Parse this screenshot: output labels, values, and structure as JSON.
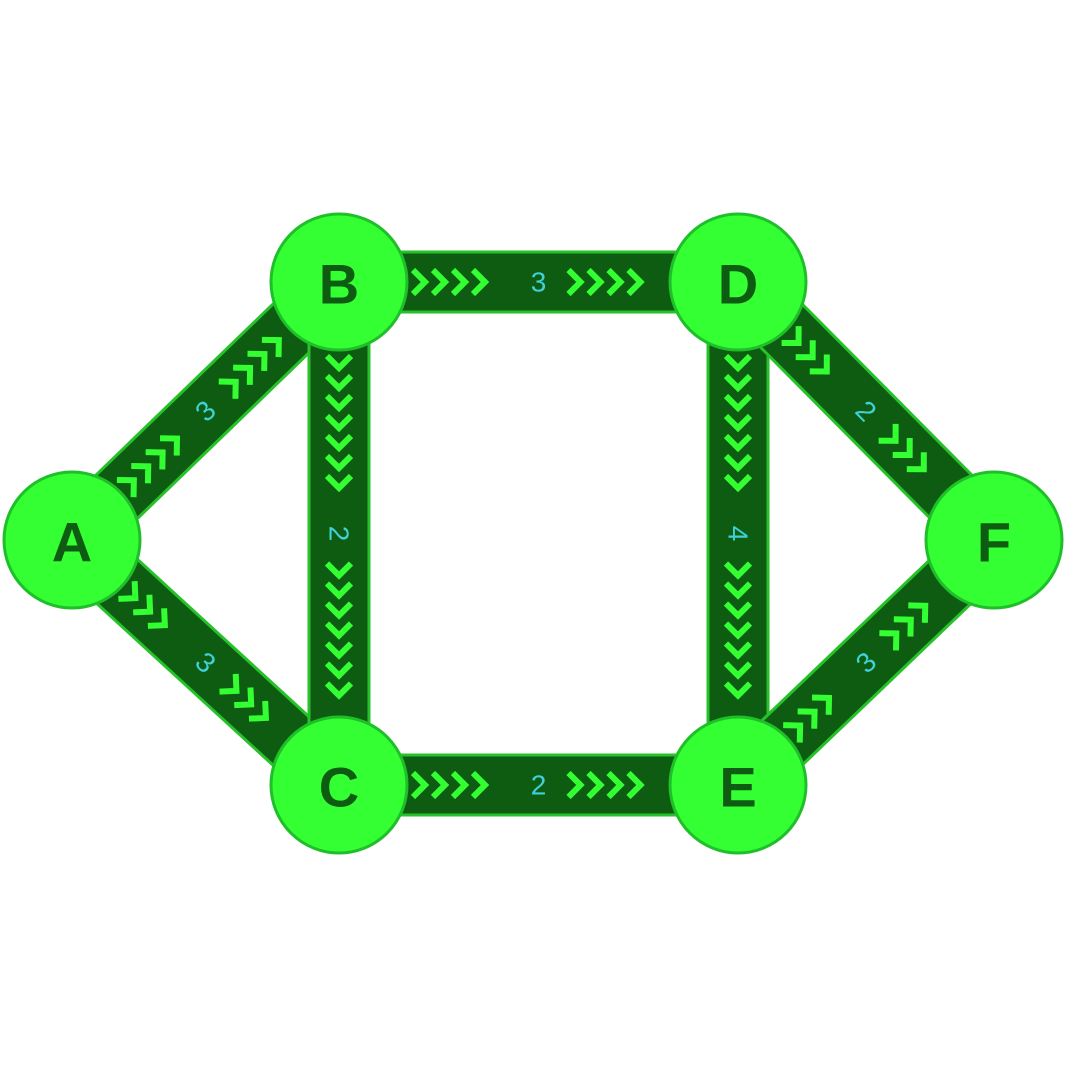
{
  "colors": {
    "node_fill": "#33ff33",
    "node_stroke": "#1fbf2a",
    "node_text": "#0d5c12",
    "edge_fill": "#0d5c12",
    "edge_stroke": "#27c22a",
    "chevron": "#33ff33",
    "weight_text": "#3fd0d8",
    "background": "#ffffff"
  },
  "nodes": [
    {
      "id": "A",
      "label": "A"
    },
    {
      "id": "B",
      "label": "B"
    },
    {
      "id": "C",
      "label": "C"
    },
    {
      "id": "D",
      "label": "D"
    },
    {
      "id": "E",
      "label": "E"
    },
    {
      "id": "F",
      "label": "F"
    }
  ],
  "edges": [
    {
      "from": "A",
      "to": "B",
      "weight": "3"
    },
    {
      "from": "A",
      "to": "C",
      "weight": "3"
    },
    {
      "from": "B",
      "to": "D",
      "weight": "3"
    },
    {
      "from": "B",
      "to": "C",
      "weight": "2"
    },
    {
      "from": "D",
      "to": "E",
      "weight": "4"
    },
    {
      "from": "D",
      "to": "F",
      "weight": "2"
    },
    {
      "from": "C",
      "to": "E",
      "weight": "2"
    },
    {
      "from": "E",
      "to": "F",
      "weight": "3"
    }
  ]
}
